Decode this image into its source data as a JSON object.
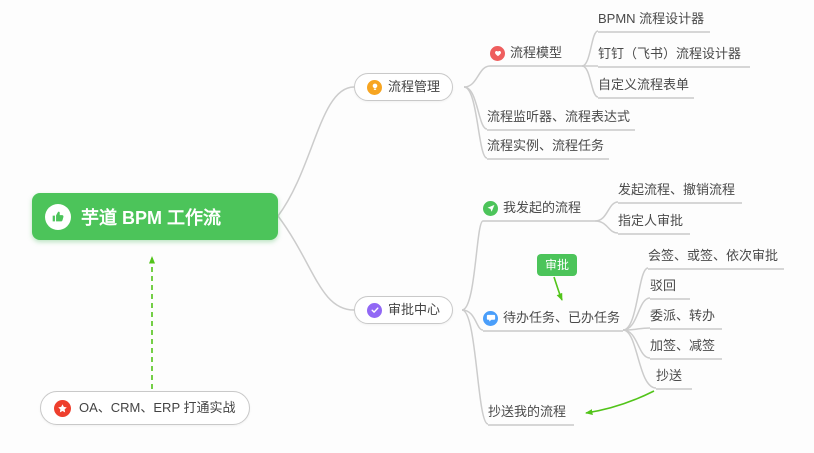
{
  "root": {
    "label": "芋道 BPM 工作流"
  },
  "badge": {
    "label": "审批"
  },
  "nodes": {
    "process_management": {
      "label": "流程管理"
    },
    "process_model": {
      "label": "流程模型"
    },
    "bpmn_designer": {
      "label": "BPMN 流程设计器"
    },
    "dingtalk_feishu_designer": {
      "label": "钉钉（飞书）流程设计器"
    },
    "custom_process_form": {
      "label": "自定义流程表单"
    },
    "listener_expression": {
      "label": "流程监听器、流程表达式"
    },
    "instance_task": {
      "label": "流程实例、流程任务"
    },
    "approval_center": {
      "label": "审批中心"
    },
    "my_initiated_process": {
      "label": "我发起的流程"
    },
    "initiate_cancel_process": {
      "label": "发起流程、撤销流程"
    },
    "assignee_approval": {
      "label": "指定人审批"
    },
    "todo_done_tasks": {
      "label": "待办任务、已办任务"
    },
    "countersign_orsign_sequential": {
      "label": "会签、或签、依次审批"
    },
    "reject": {
      "label": "驳回"
    },
    "delegate_transfer": {
      "label": "委派、转办"
    },
    "add_reduce_sign": {
      "label": "加签、减签"
    },
    "cc": {
      "label": "抄送"
    },
    "cc_my_process": {
      "label": "抄送我的流程"
    },
    "oa_crm_erp_practice": {
      "label": "OA、CRM、ERP 打通实战"
    }
  },
  "colors": {
    "root_green": "#4cc45a",
    "arrow_green": "#52c41a",
    "connector_gray": "#cccccc",
    "icon_orange": "#f7a521",
    "icon_red": "#ee5e5e",
    "icon_purple": "#9168f5",
    "icon_green": "#4cc45a",
    "icon_blue": "#4a9efa",
    "icon_star_red": "#ee3f2d"
  }
}
